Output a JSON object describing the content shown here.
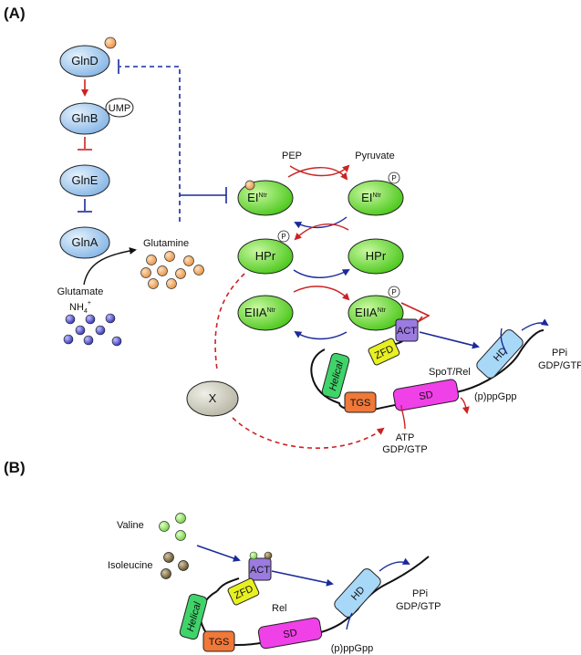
{
  "panels": {
    "a_label": "(A)",
    "b_label": "(B)"
  },
  "panel_a": {
    "nodes": {
      "glnd": "GlnD",
      "glnb": "GlnB",
      "gline": "GlnE",
      "glna": "GlnA",
      "ump": "UMP",
      "p": "P",
      "ei": "EI",
      "ntr": "Ntr",
      "hpr": "HPr",
      "eiia": "EIIA",
      "x": "X"
    },
    "labels": {
      "glutamine": "Glutamine",
      "glutamate": "Glutamate",
      "nh4": "NH",
      "nh4_sub": "4",
      "nh4_sup": "+",
      "pep": "PEP",
      "pyruvate": "Pyruvate",
      "spot_rel": "SpoT/Rel",
      "ppi": "PPi",
      "gdp_gtp_right": "GDP/GTP",
      "ppgpp": "(p)ppGpp",
      "atp": "ATP",
      "gdp_gtp_bottom": "GDP/GTP"
    },
    "domains": {
      "act": "ACT",
      "zfd": "ZFD",
      "helical": "Helical",
      "tgs": "TGS",
      "sd": "SD",
      "hd": "HD"
    }
  },
  "panel_b": {
    "labels": {
      "valine": "Valine",
      "isoleucine": "Isoleucine",
      "rel": "Rel",
      "ppi": "PPi",
      "gdp_gtp": "GDP/GTP",
      "ppgpp": "(p)ppGpp"
    },
    "domains": {
      "act": "ACT",
      "zfd": "ZFD",
      "helical": "Helical",
      "tgs": "TGS",
      "sd": "SD",
      "hd": "HD"
    }
  },
  "colors": {
    "gln_blue": "#a9cdf0",
    "green": "#6ee032",
    "red_arrow": "#cc2222",
    "blue_arrow": "#1a2a99",
    "act": "#9b7be0",
    "zfd": "#e8f020",
    "helical": "#3fd46a",
    "tgs": "#f07838",
    "sd": "#f040e8",
    "hd": "#a8d8f8",
    "x_node": "#d8d6c8",
    "glutamine_dot": "#f4a860",
    "glutamate_dot": "#4848d0",
    "valine_dot": "#90e060",
    "isoleucine_dot": "#8a7a50"
  }
}
